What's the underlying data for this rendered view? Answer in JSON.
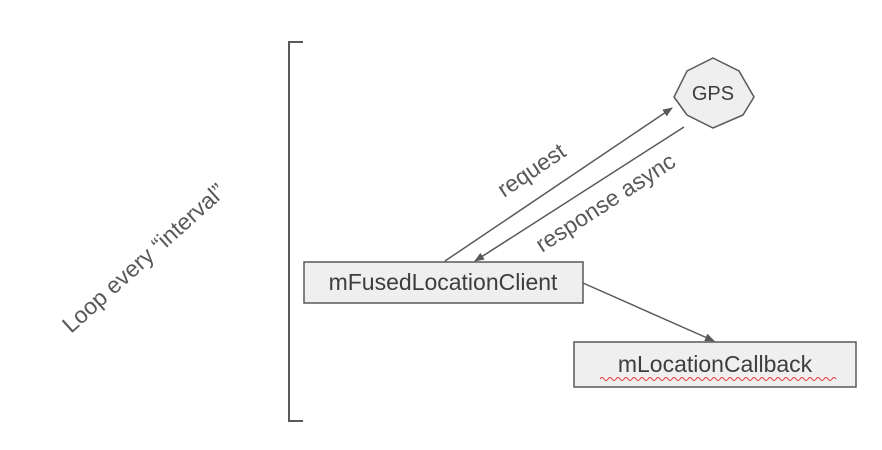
{
  "loop_label": "Loop every “interval”",
  "gps_label": "GPS",
  "fused_client_label": "mFusedLocationClient",
  "callback_label": "mLocationCallback",
  "request_label": "request",
  "response_label": "response async",
  "colors": {
    "box_fill": "#efefef",
    "box_stroke": "#595959",
    "arrow": "#595959",
    "text": "#595959",
    "spellcheck_underline": "#e53935"
  }
}
